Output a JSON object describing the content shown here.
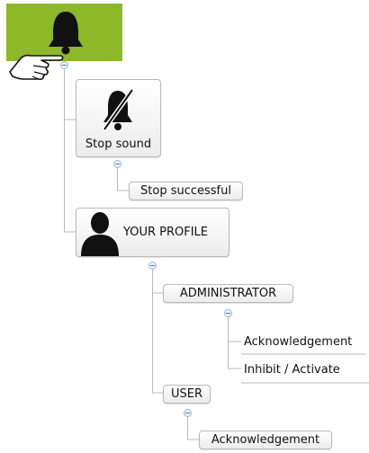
{
  "colors": {
    "root_bg": "#8cb82a",
    "line": "#b8b8b8",
    "collapse_border": "#9cb6d8"
  },
  "icons": {
    "root": "bell-icon",
    "hand": "pointing-hand-icon",
    "stop": "muted-bell-icon",
    "profile": "user-silhouette-icon"
  },
  "nodes": {
    "stop_sound": "Stop sound",
    "stop_successful": "Stop successful",
    "your_profile": "YOUR PROFILE",
    "administrator": "ADMINISTRATOR",
    "admin_acknowledgement": "Acknowledgement",
    "admin_inhibit": "Inhibit / Activate",
    "user": "USER",
    "user_acknowledgement": "Acknowledgement"
  }
}
